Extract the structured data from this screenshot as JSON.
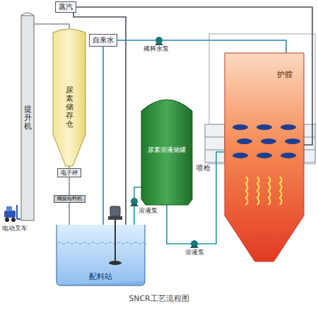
{
  "diagram": {
    "caption": "SNCR工艺流程图",
    "nodes": [
      {
        "text": [
          "蒸汽"
        ]
      },
      {
        "text": [
          "自来水"
        ]
      },
      {
        "text": [
          "提升机"
        ]
      },
      {
        "text": [
          "尿素储存仓"
        ]
      },
      {
        "text": [
          "电子秤"
        ]
      },
      {
        "text": [
          "螺旋给料机"
        ]
      },
      {
        "text": [
          "配料站"
        ]
      },
      {
        "text": [
          "尿素溶液储罐"
        ]
      },
      {
        "text": [
          "护膛"
        ]
      }
    ],
    "edges": [
      {
        "from": 0,
        "to": 8,
        "arrow": "none"
      },
      {
        "from": 0,
        "to": 6,
        "arrow": "none"
      },
      {
        "from": 1,
        "to": 8,
        "arrow": "none"
      },
      {
        "from": 1,
        "to": 6,
        "arrow": "none"
      },
      {
        "from": 2,
        "to": 3,
        "arrow": "none"
      },
      {
        "from": 3,
        "to": 4,
        "arrow": "none"
      },
      {
        "from": 4,
        "to": 5,
        "arrow": "none"
      },
      {
        "from": 5,
        "to": 6,
        "arrow": "none"
      },
      {
        "from": 6,
        "to": 7,
        "arrow": "none"
      },
      {
        "from": 7,
        "to": 8,
        "arrow": "none"
      }
    ],
    "labels": [
      "稀释水泵",
      "溶液泵",
      "喷枪",
      "溶液泵",
      "电动叉车"
    ]
  }
}
